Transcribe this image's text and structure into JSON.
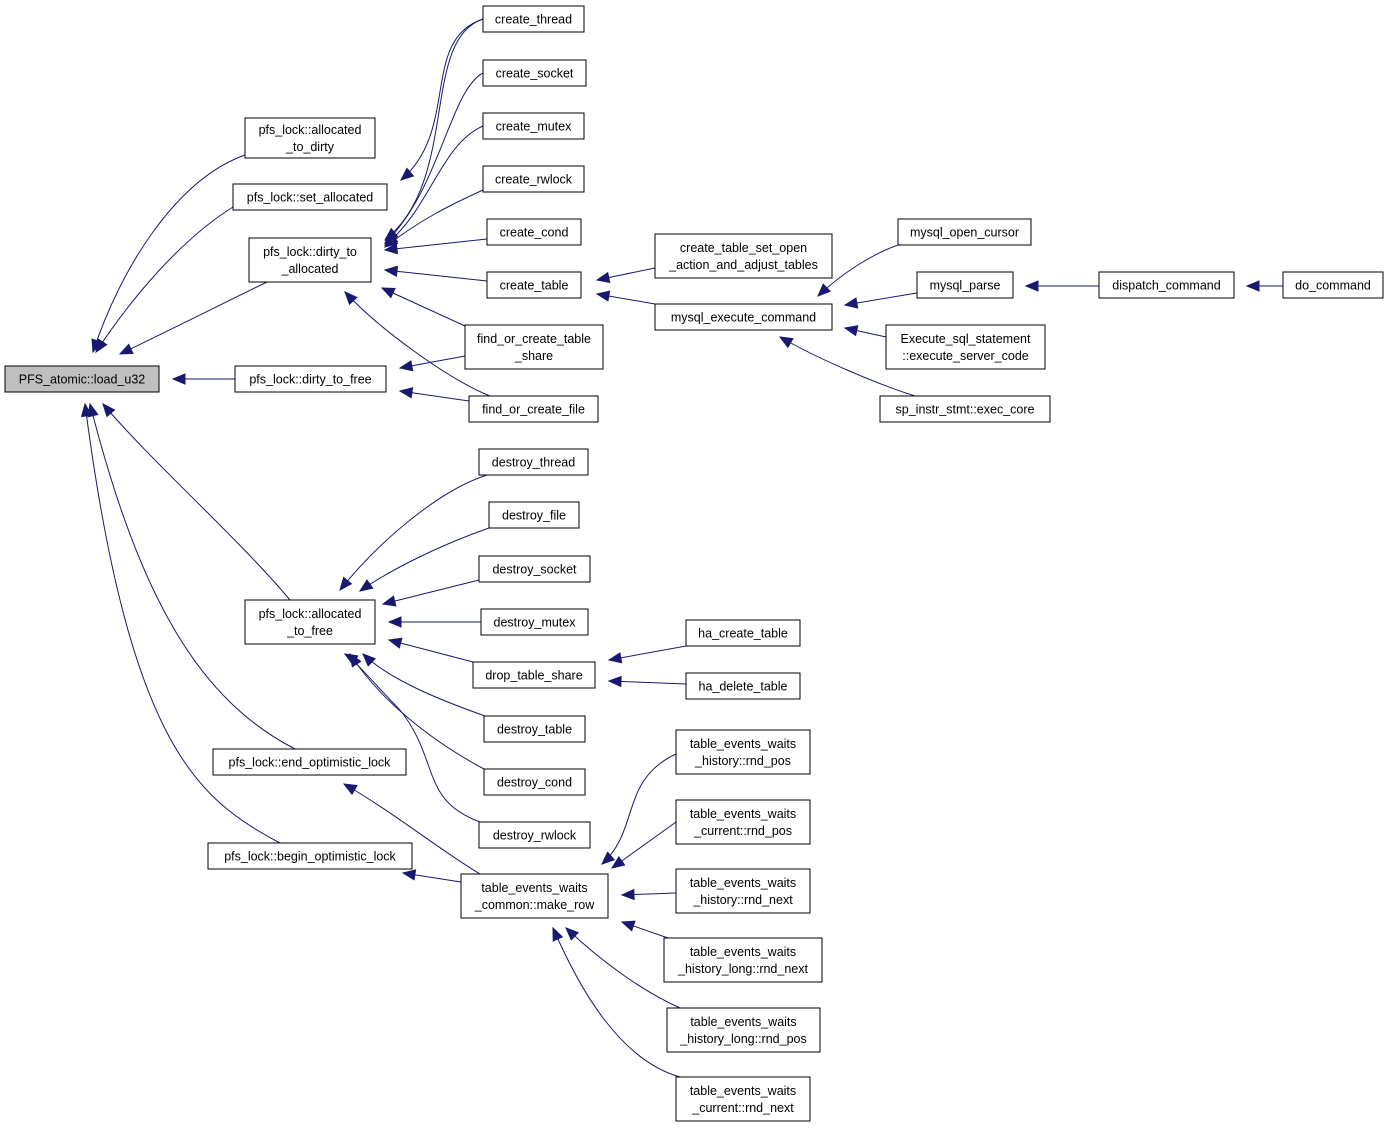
{
  "graph": {
    "nodes": [
      {
        "id": "root",
        "lines": [
          "PFS_atomic::load_u32"
        ]
      },
      {
        "id": "allocated_to_dirty",
        "lines": [
          "pfs_lock::allocated",
          "_to_dirty"
        ]
      },
      {
        "id": "set_allocated",
        "lines": [
          "pfs_lock::set_allocated"
        ]
      },
      {
        "id": "dirty_to_allocated",
        "lines": [
          "pfs_lock::dirty_to",
          "_allocated"
        ]
      },
      {
        "id": "dirty_to_free",
        "lines": [
          "pfs_lock::dirty_to_free"
        ]
      },
      {
        "id": "allocated_to_free",
        "lines": [
          "pfs_lock::allocated",
          "_to_free"
        ]
      },
      {
        "id": "end_optimistic_lock",
        "lines": [
          "pfs_lock::end_optimistic_lock"
        ]
      },
      {
        "id": "begin_optimistic_lock",
        "lines": [
          "pfs_lock::begin_optimistic_lock"
        ]
      },
      {
        "id": "create_thread",
        "lines": [
          "create_thread"
        ]
      },
      {
        "id": "create_socket",
        "lines": [
          "create_socket"
        ]
      },
      {
        "id": "create_mutex",
        "lines": [
          "create_mutex"
        ]
      },
      {
        "id": "create_rwlock",
        "lines": [
          "create_rwlock"
        ]
      },
      {
        "id": "create_cond",
        "lines": [
          "create_cond"
        ]
      },
      {
        "id": "create_table",
        "lines": [
          "create_table"
        ]
      },
      {
        "id": "find_or_create_table_share",
        "lines": [
          "find_or_create_table",
          "_share"
        ]
      },
      {
        "id": "find_or_create_file",
        "lines": [
          "find_or_create_file"
        ]
      },
      {
        "id": "destroy_thread",
        "lines": [
          "destroy_thread"
        ]
      },
      {
        "id": "destroy_file",
        "lines": [
          "destroy_file"
        ]
      },
      {
        "id": "destroy_socket",
        "lines": [
          "destroy_socket"
        ]
      },
      {
        "id": "destroy_mutex",
        "lines": [
          "destroy_mutex"
        ]
      },
      {
        "id": "drop_table_share",
        "lines": [
          "drop_table_share"
        ]
      },
      {
        "id": "destroy_table",
        "lines": [
          "destroy_table"
        ]
      },
      {
        "id": "destroy_cond",
        "lines": [
          "destroy_cond"
        ]
      },
      {
        "id": "destroy_rwlock",
        "lines": [
          "destroy_rwlock"
        ]
      },
      {
        "id": "make_row",
        "lines": [
          "table_events_waits",
          "_common::make_row"
        ]
      },
      {
        "id": "create_table_set_open",
        "lines": [
          "create_table_set_open",
          "_action_and_adjust_tables"
        ]
      },
      {
        "id": "mysql_execute_command",
        "lines": [
          "mysql_execute_command"
        ]
      },
      {
        "id": "ha_create_table",
        "lines": [
          "ha_create_table"
        ]
      },
      {
        "id": "ha_delete_table",
        "lines": [
          "ha_delete_table"
        ]
      },
      {
        "id": "tew_history_rnd_pos",
        "lines": [
          "table_events_waits",
          "_history::rnd_pos"
        ]
      },
      {
        "id": "tew_current_rnd_pos",
        "lines": [
          "table_events_waits",
          "_current::rnd_pos"
        ]
      },
      {
        "id": "tew_history_rnd_next",
        "lines": [
          "table_events_waits",
          "_history::rnd_next"
        ]
      },
      {
        "id": "tew_history_long_rnd_next",
        "lines": [
          "table_events_waits",
          "_history_long::rnd_next"
        ]
      },
      {
        "id": "tew_history_long_rnd_pos",
        "lines": [
          "table_events_waits",
          "_history_long::rnd_pos"
        ]
      },
      {
        "id": "tew_current_rnd_next",
        "lines": [
          "table_events_waits",
          "_current::rnd_next"
        ]
      },
      {
        "id": "mysql_open_cursor",
        "lines": [
          "mysql_open_cursor"
        ]
      },
      {
        "id": "mysql_parse",
        "lines": [
          "mysql_parse"
        ]
      },
      {
        "id": "execute_server_code",
        "lines": [
          "Execute_sql_statement",
          "::execute_server_code"
        ]
      },
      {
        "id": "exec_core",
        "lines": [
          "sp_instr_stmt::exec_core"
        ]
      },
      {
        "id": "dispatch_command",
        "lines": [
          "dispatch_command"
        ]
      },
      {
        "id": "do_command",
        "lines": [
          "do_command"
        ]
      }
    ],
    "edges": [
      [
        "allocated_to_dirty",
        "root"
      ],
      [
        "set_allocated",
        "root"
      ],
      [
        "dirty_to_allocated",
        "root"
      ],
      [
        "dirty_to_free",
        "root"
      ],
      [
        "allocated_to_free",
        "root"
      ],
      [
        "end_optimistic_lock",
        "root"
      ],
      [
        "begin_optimistic_lock",
        "root"
      ],
      [
        "create_thread",
        "set_allocated"
      ],
      [
        "create_thread",
        "dirty_to_allocated"
      ],
      [
        "create_socket",
        "dirty_to_allocated"
      ],
      [
        "create_mutex",
        "dirty_to_allocated"
      ],
      [
        "create_rwlock",
        "dirty_to_allocated"
      ],
      [
        "create_cond",
        "dirty_to_allocated"
      ],
      [
        "create_table",
        "dirty_to_allocated"
      ],
      [
        "find_or_create_table_share",
        "dirty_to_allocated"
      ],
      [
        "find_or_create_file",
        "dirty_to_allocated"
      ],
      [
        "find_or_create_table_share",
        "dirty_to_free"
      ],
      [
        "find_or_create_file",
        "dirty_to_free"
      ],
      [
        "destroy_thread",
        "allocated_to_free"
      ],
      [
        "destroy_file",
        "allocated_to_free"
      ],
      [
        "destroy_socket",
        "allocated_to_free"
      ],
      [
        "destroy_mutex",
        "allocated_to_free"
      ],
      [
        "drop_table_share",
        "allocated_to_free"
      ],
      [
        "destroy_table",
        "allocated_to_free"
      ],
      [
        "destroy_cond",
        "allocated_to_free"
      ],
      [
        "destroy_rwlock",
        "allocated_to_free"
      ],
      [
        "make_row",
        "end_optimistic_lock"
      ],
      [
        "make_row",
        "begin_optimistic_lock"
      ],
      [
        "create_table_set_open",
        "create_table"
      ],
      [
        "mysql_execute_command",
        "create_table"
      ],
      [
        "ha_create_table",
        "drop_table_share"
      ],
      [
        "ha_delete_table",
        "drop_table_share"
      ],
      [
        "tew_history_rnd_pos",
        "make_row"
      ],
      [
        "tew_current_rnd_pos",
        "make_row"
      ],
      [
        "tew_history_rnd_next",
        "make_row"
      ],
      [
        "tew_history_long_rnd_next",
        "make_row"
      ],
      [
        "tew_history_long_rnd_pos",
        "make_row"
      ],
      [
        "tew_current_rnd_next",
        "make_row"
      ],
      [
        "mysql_open_cursor",
        "mysql_execute_command"
      ],
      [
        "mysql_parse",
        "mysql_execute_command"
      ],
      [
        "execute_server_code",
        "mysql_execute_command"
      ],
      [
        "exec_core",
        "mysql_execute_command"
      ],
      [
        "dispatch_command",
        "mysql_parse"
      ],
      [
        "do_command",
        "dispatch_command"
      ]
    ],
    "colors": {
      "edge": "#191970",
      "node_border": "#000000",
      "root_fill": "#bfbfbf",
      "node_fill": "#ffffff"
    }
  }
}
